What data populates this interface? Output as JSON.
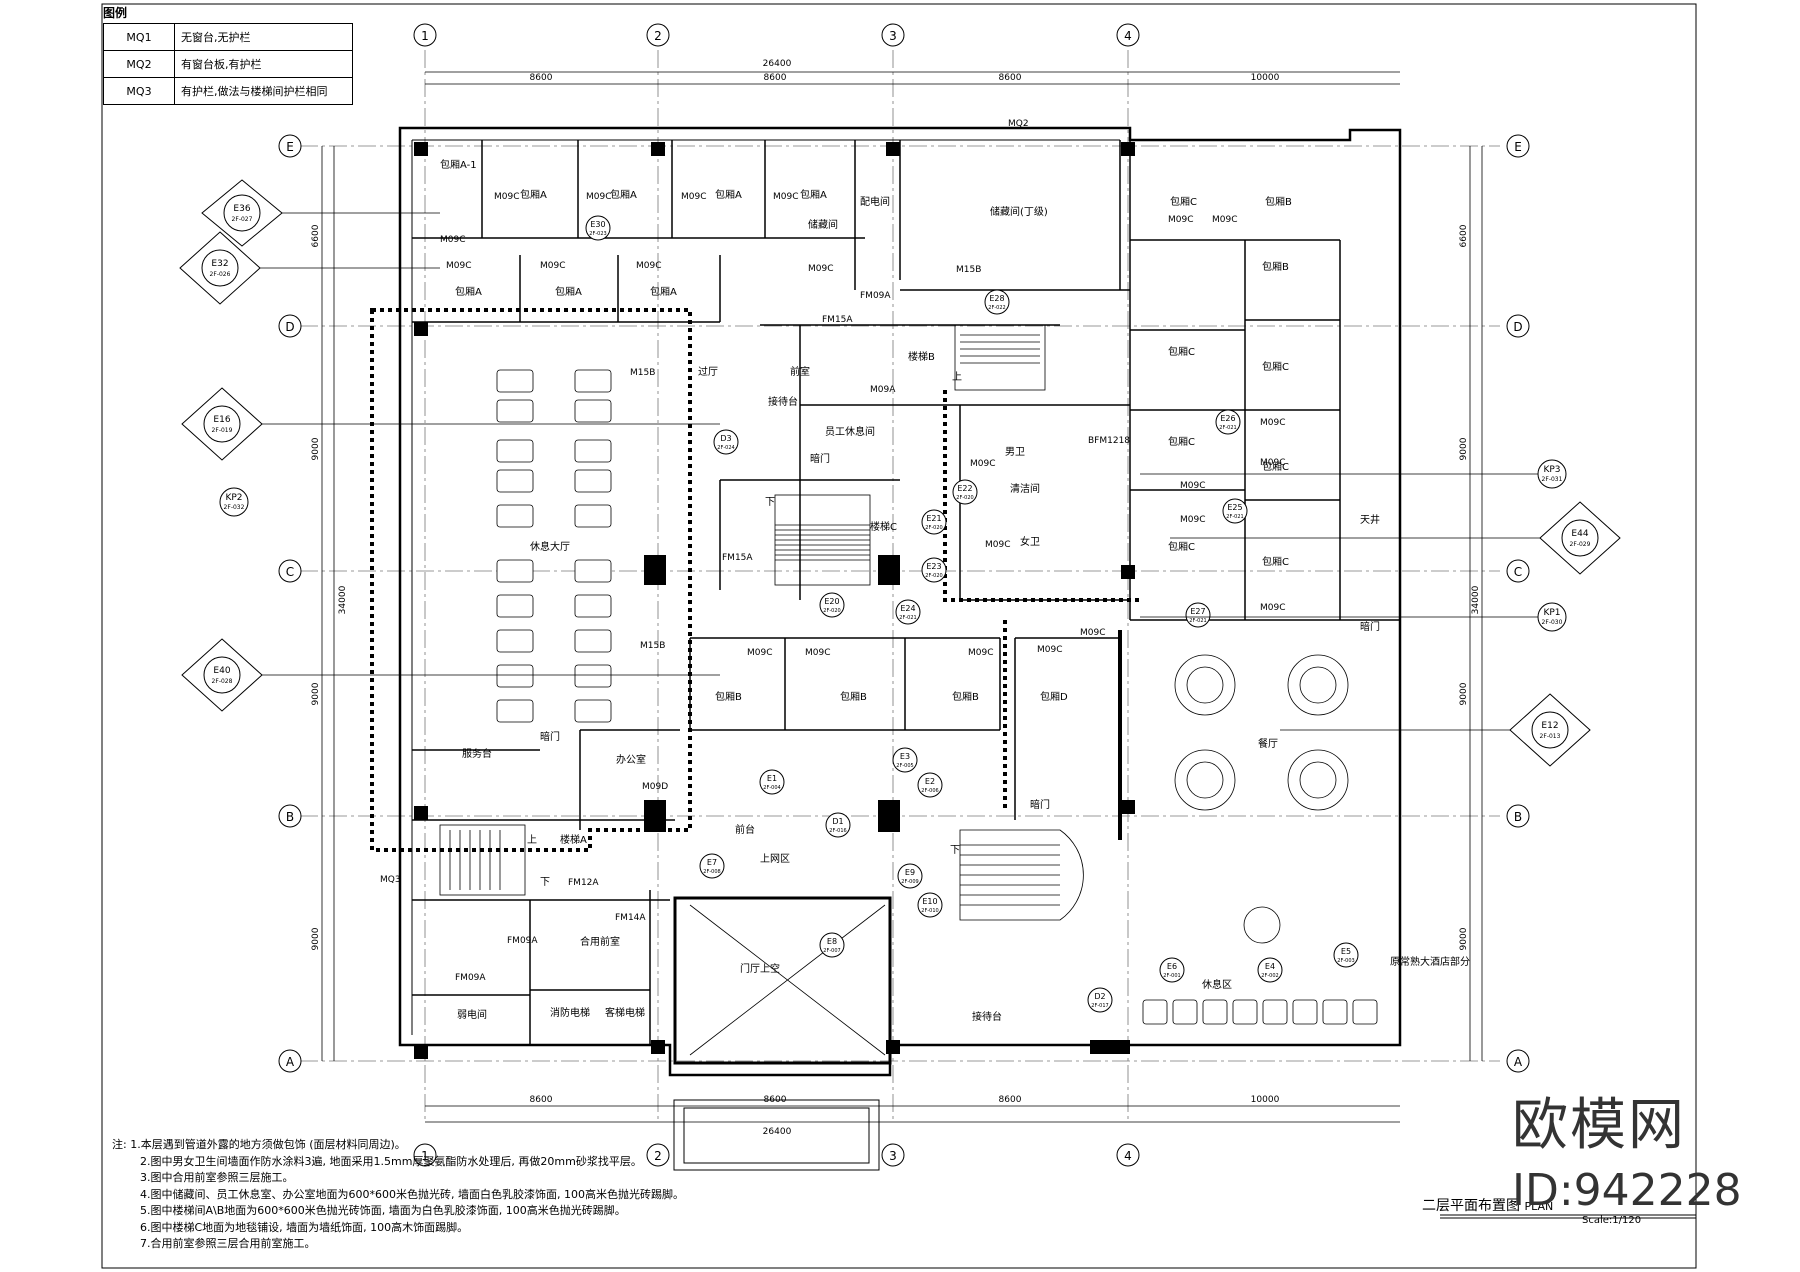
{
  "legend": {
    "title": "图例",
    "rows": [
      {
        "code": "MQ1",
        "desc": "无窗台,无护栏"
      },
      {
        "code": "MQ2",
        "desc": "有窗台板,有护栏"
      },
      {
        "code": "MQ3",
        "desc": "有护栏,做法与楼梯间护栏相同"
      }
    ]
  },
  "axes": {
    "columns": [
      "1",
      "2",
      "3",
      "4"
    ],
    "rows": [
      "E",
      "D",
      "C",
      "B",
      "A"
    ]
  },
  "dimensions": {
    "top_total": "26400",
    "top_spans": [
      "8600",
      "8600",
      "8600",
      "10000"
    ],
    "bottom_total": "26400",
    "bottom_spans": [
      "8600",
      "8600",
      "8600",
      "10000"
    ],
    "left_total": "34000",
    "left_spans": [
      "6600",
      "9000",
      "9000",
      "9000"
    ],
    "right_total": "34000",
    "right_spans": [
      "6600",
      "9000",
      "9000",
      "9000"
    ]
  },
  "rooms": {
    "baoxiang_a": "包厢A",
    "baoxiang_a1": "包厢A-1",
    "baoxiang_b": "包厢B",
    "baoxiang_c": "包厢C",
    "baoxiang_d": "包厢D",
    "peidian": "配电间",
    "chucang": "储藏间",
    "chucang_ding": "储藏间(丁级)",
    "qianshi": "前室",
    "louti_b": "楼梯B",
    "louti_c": "楼梯C",
    "louti_a": "楼梯A",
    "guoting": "过厅",
    "jiedaitai_top": "接待台",
    "yuangong": "员工休息间",
    "anmen": "暗门",
    "nanwei": "男卫",
    "nvwei": "女卫",
    "qingjie": "清洁间",
    "xiuxi_dating": "休息大厅",
    "tianjing": "天井",
    "canting": "餐厅",
    "fuwutai": "服务台",
    "bangong": "办公室",
    "shanghui": "上网区",
    "qiantai": "前台",
    "heyong": "合用前室",
    "ruodian": "弱电间",
    "xiaofang": "消防电梯",
    "keti": "客梯电梯",
    "menting": "门厅上空",
    "jiedaitai": "接待台",
    "xiuxiqu": "休息区",
    "yuanchangshu": "原常熟大酒店部分",
    "xia": "下",
    "shang": "上"
  },
  "doors": [
    "M09C",
    "M15B",
    "FM15A",
    "FM09A",
    "M09A",
    "M09D",
    "FM12A",
    "FM14A",
    "BFM1218",
    "MQ2",
    "MQ3"
  ],
  "index_symbols": [
    {
      "id": "E36",
      "sub": "2F-027"
    },
    {
      "id": "E32",
      "sub": "2F-026"
    },
    {
      "id": "E16",
      "sub": "2F-019"
    },
    {
      "id": "KP2",
      "sub": "2F-032"
    },
    {
      "id": "E40",
      "sub": "2F-028"
    },
    {
      "id": "E44",
      "sub": "2F-029"
    },
    {
      "id": "E12",
      "sub": "2F-013"
    },
    {
      "id": "KP3",
      "sub": "2F-031"
    },
    {
      "id": "KP1",
      "sub": "2F-030"
    },
    {
      "id": "E30",
      "sub": "2F-023"
    },
    {
      "id": "E28",
      "sub": "2F-022"
    },
    {
      "id": "E26",
      "sub": "2F-021"
    },
    {
      "id": "E25",
      "sub": "2F-021"
    },
    {
      "id": "E27",
      "sub": "2F-021"
    },
    {
      "id": "E22",
      "sub": "2F-020"
    },
    {
      "id": "E21",
      "sub": "2F-020"
    },
    {
      "id": "E23",
      "sub": "2F-020"
    },
    {
      "id": "E20",
      "sub": "2F-020"
    },
    {
      "id": "E24",
      "sub": "2F-021"
    },
    {
      "id": "D3",
      "sub": "2F-024"
    },
    {
      "id": "E1",
      "sub": "2F-004"
    },
    {
      "id": "E3",
      "sub": "2F-005"
    },
    {
      "id": "E2",
      "sub": "2F-006"
    },
    {
      "id": "D1",
      "sub": "2F-016"
    },
    {
      "id": "E7",
      "sub": "2F-008"
    },
    {
      "id": "E9",
      "sub": "2F-009"
    },
    {
      "id": "E10",
      "sub": "2F-010"
    },
    {
      "id": "E8",
      "sub": "2F-007"
    },
    {
      "id": "D2",
      "sub": "2F-017"
    },
    {
      "id": "E4",
      "sub": "2F-002"
    },
    {
      "id": "E5",
      "sub": "2F-003"
    },
    {
      "id": "E6",
      "sub": "2F-001"
    }
  ],
  "notes": [
    "注: 1.本层遇到管道外露的地方须做包饰 (面层材料同周边)。",
    "2.图中男女卫生间墙面作防水涂料3遍, 地面采用1.5mm厚聚氨酯防水处理后, 再做20mm砂浆找平层。",
    "3.图中合用前室参照三层施工。",
    "4.图中储藏间、员工休息室、办公室地面为600*600米色抛光砖, 墙面白色乳胶漆饰面, 100高米色抛光砖踢脚。",
    "5.图中楼梯间A\\B地面为600*600米色抛光砖饰面, 墙面为白色乳胶漆饰面, 100高米色抛光砖踢脚。",
    "6.图中楼梯C地面为地毯铺设, 墙面为墙纸饰面, 100高木饰面踢脚。",
    "7.合用前室参照三层合用前室施工。"
  ],
  "title": {
    "name": "二层平面布置图",
    "plan": "PLAN",
    "scale": "Scale:1/120"
  },
  "brand": {
    "name": "欧模网",
    "id": "ID:942228"
  }
}
